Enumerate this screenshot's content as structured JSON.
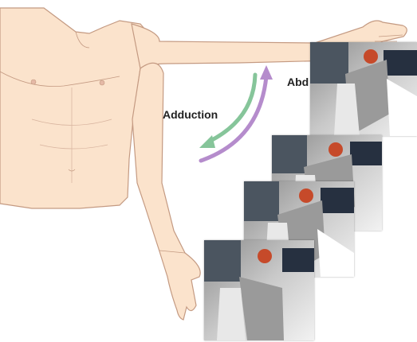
{
  "labels": {
    "adduction": "Adduction",
    "abduction": "Abd"
  },
  "colors": {
    "skin": "#fbe3cc",
    "outline": "#c49a82",
    "adduction_arrow": "#86c59a",
    "abduction_arrow": "#b58ccc"
  },
  "icons": [
    "adduction-arrow-icon",
    "abduction-arrow-icon"
  ],
  "photos": [
    "robot-arm-photo",
    "robot-arm-photo",
    "robot-arm-photo",
    "robot-arm-photo"
  ]
}
